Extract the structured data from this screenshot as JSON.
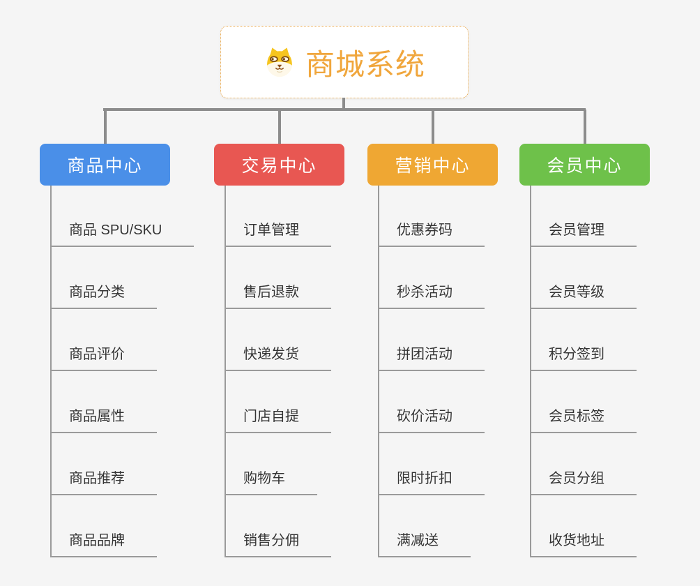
{
  "root": {
    "title": "商城系统",
    "icon": "shiba-dog"
  },
  "colors": {
    "background": "#F5F5F5",
    "root_border": "#E9A648",
    "root_title": "#F0A63C",
    "connector": "#8C8C8C",
    "branch_line": "#9A9A9A",
    "leaf_text": "#333333"
  },
  "branches": [
    {
      "label": "商品中心",
      "color": "#4A8FE8",
      "items": [
        "商品 SPU/SKU",
        "商品分类",
        "商品评价",
        "商品属性",
        "商品推荐",
        "商品品牌"
      ]
    },
    {
      "label": "交易中心",
      "color": "#E85752",
      "items": [
        "订单管理",
        "售后退款",
        "快递发货",
        "门店自提",
        "购物车",
        "销售分佣"
      ]
    },
    {
      "label": "营销中心",
      "color": "#EFA733",
      "items": [
        "优惠券码",
        "秒杀活动",
        "拼团活动",
        "砍价活动",
        "限时折扣",
        "满减送"
      ]
    },
    {
      "label": "会员中心",
      "color": "#6EC14A",
      "items": [
        "会员管理",
        "会员等级",
        "积分签到",
        "会员标签",
        "会员分组",
        "收货地址"
      ]
    }
  ]
}
